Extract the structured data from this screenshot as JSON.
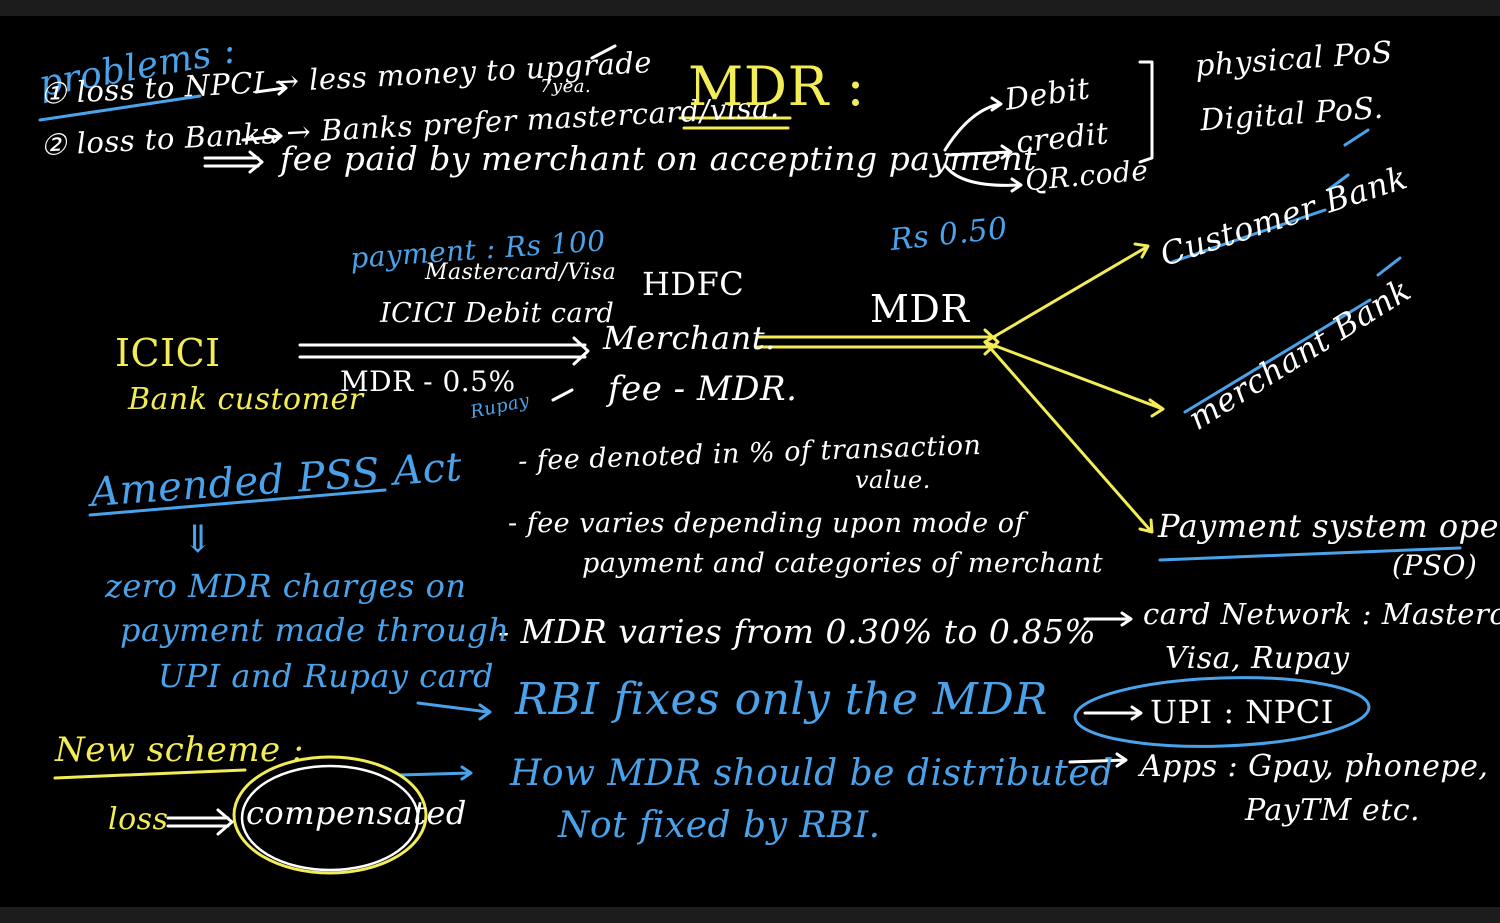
{
  "colors": {
    "white": "#ffffff",
    "yellow": "#f2ec57",
    "blue": "#4aa3ea",
    "background": "#000000"
  },
  "problems": {
    "heading": "problems :",
    "line1": "① loss to NPCI → less money to upgrade",
    "line1_tail": "7yea.",
    "line2": "② loss to Banks → Banks prefer mastercard/visa."
  },
  "mdr": {
    "heading": "MDR :",
    "definition": "fee paid by merchant on accepting payment",
    "modes": [
      "Debit",
      "credit",
      "QR.code"
    ],
    "pos": [
      "physical PoS",
      "Digital PoS."
    ]
  },
  "flow": {
    "customer": [
      "ICICI",
      "Bank customer"
    ],
    "payment": [
      "payment : Rs 100",
      "Mastercard/Visa",
      "ICICI Debit card"
    ],
    "below_arrow": "MDR - 0.5%",
    "rupay": "Rupay",
    "merchant": [
      "HDFC",
      "Merchant.",
      "fee - MDR."
    ],
    "mdr_amount": "Rs 0.50",
    "mdr_label": "MDR",
    "customer_bank": "Customer Bank",
    "merchant_bank": "merchant Bank",
    "pso": [
      "Payment system operator",
      "(PSO)"
    ]
  },
  "notes": {
    "n1": [
      "- fee denoted in % of transaction",
      "value."
    ],
    "n2": [
      "- fee varies depending upon mode of",
      "payment and categories of merchant"
    ],
    "n3": "- MDR varies from 0.30% to 0.85%",
    "n4": "RBI fixes only the MDR",
    "n5": [
      "How MDR should be distributed",
      "Not fixed by RBI."
    ]
  },
  "pss": {
    "title": "Amended PSS Act",
    "arrow": "⇓",
    "lines": [
      "zero MDR charges on",
      "payment made through",
      "UPI and Rupay card"
    ]
  },
  "scheme": {
    "title": "New scheme :",
    "loss": "loss",
    "compensated": "compensated"
  },
  "pso_list": {
    "card": [
      "card Network : Mastercard",
      "Visa, Rupay"
    ],
    "upi": "UPI : NPCI",
    "apps": [
      "Apps : Gpay, phonepe,",
      "PayTM etc."
    ]
  }
}
